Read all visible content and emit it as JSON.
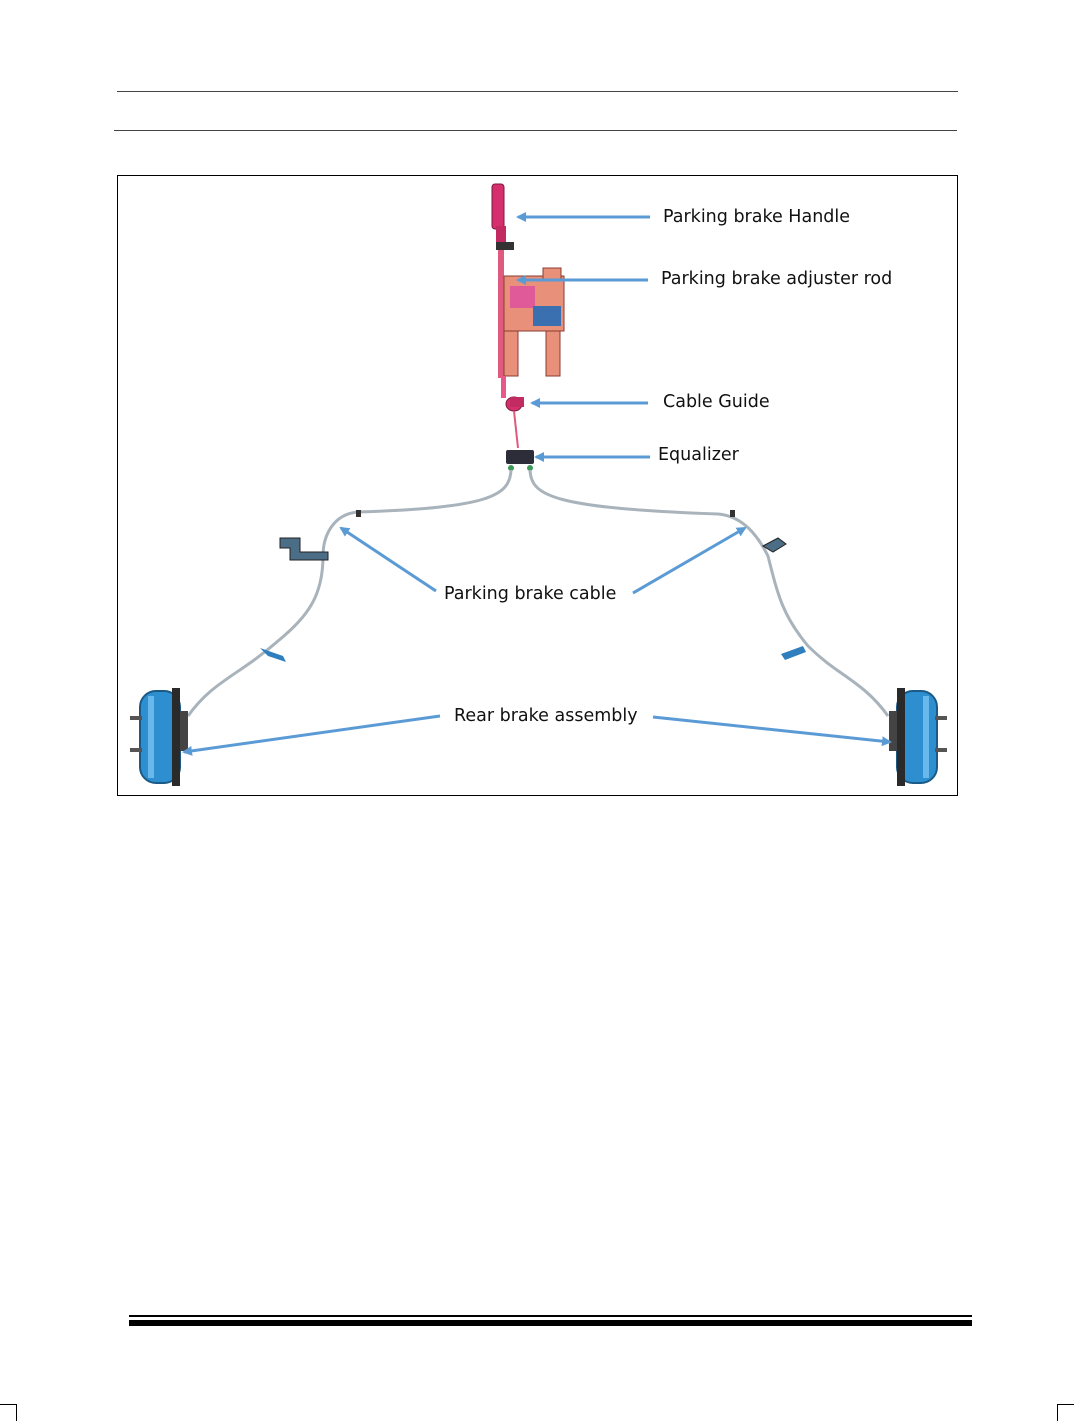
{
  "figure": {
    "labels": {
      "handle": "Parking brake Handle",
      "adjuster_rod": "Parking brake adjuster rod",
      "cable_guide": "Cable Guide",
      "equalizer": "Equalizer",
      "cable": "Parking brake cable",
      "rear_brake": "Rear brake assembly"
    },
    "colors": {
      "arrow": "#5b9bd5",
      "handle": "#d62f6e",
      "bracket": "#e07a6a",
      "cable": "#aab4bc",
      "drum": "#2e8fd0",
      "clip": "#3a8fd8"
    }
  }
}
